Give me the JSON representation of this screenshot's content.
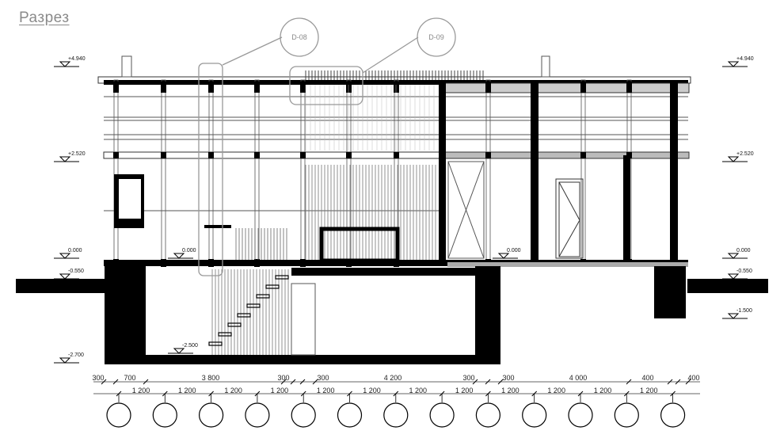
{
  "title": "Разрез",
  "callouts": [
    "D-08",
    "D-09"
  ],
  "levels_left": [
    "+4.940",
    "+2.520",
    "0.000",
    "-0.550",
    "-2.700"
  ],
  "levels_right": [
    "+4.940",
    "+2.520",
    "0.000",
    "-0.550",
    "-1.500"
  ],
  "levels_inner": [
    "0.000",
    "-2.500",
    "0.000"
  ],
  "dims_top": [
    "300",
    "700",
    "3 800",
    "300",
    "300",
    "4 200",
    "300",
    "300",
    "4 000",
    "400",
    "400"
  ],
  "dims_bottom": [
    "1 200",
    "1 200",
    "1 200",
    "1 200",
    "1 200",
    "1 200",
    "1 200",
    "1 200",
    "1 200",
    "1 200",
    "1 200",
    "1 200"
  ],
  "axis_count": 13
}
